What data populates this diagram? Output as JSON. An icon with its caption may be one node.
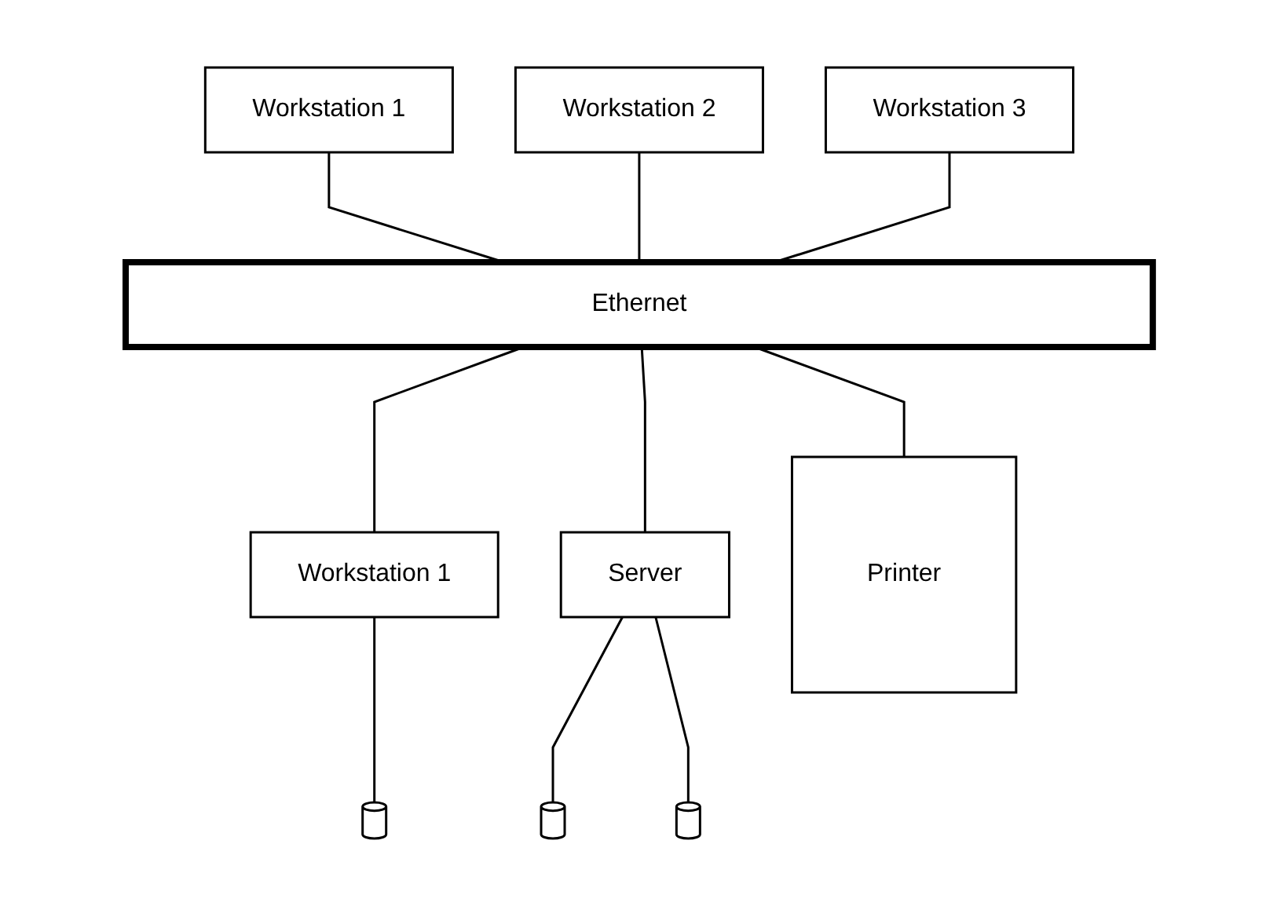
{
  "diagram": {
    "nodes": [
      {
        "text": [
          "Workstation 1"
        ]
      },
      {
        "text": [
          "Workstation 2"
        ]
      },
      {
        "text": [
          "Workstation 3"
        ]
      },
      {
        "text": [
          "Ethernet"
        ]
      },
      {
        "text": [
          "Workstation 1"
        ]
      },
      {
        "text": [
          "Server"
        ]
      },
      {
        "text": [
          "Printer"
        ]
      },
      {
        "text": [],
        "shape": "cylinder"
      },
      {
        "text": [],
        "shape": "cylinder"
      },
      {
        "text": [],
        "shape": "cylinder"
      }
    ],
    "edges": [
      {
        "from": 0,
        "to": 3,
        "arrow": "none"
      },
      {
        "from": 1,
        "to": 3,
        "arrow": "none"
      },
      {
        "from": 2,
        "to": 3,
        "arrow": "none"
      },
      {
        "from": 3,
        "to": 4,
        "arrow": "none"
      },
      {
        "from": 3,
        "to": 5,
        "arrow": "none"
      },
      {
        "from": 3,
        "to": 6,
        "arrow": "none"
      },
      {
        "from": 4,
        "to": 7,
        "arrow": "none"
      },
      {
        "from": 5,
        "to": 8,
        "arrow": "none"
      },
      {
        "from": 5,
        "to": 9,
        "arrow": "none"
      }
    ]
  }
}
